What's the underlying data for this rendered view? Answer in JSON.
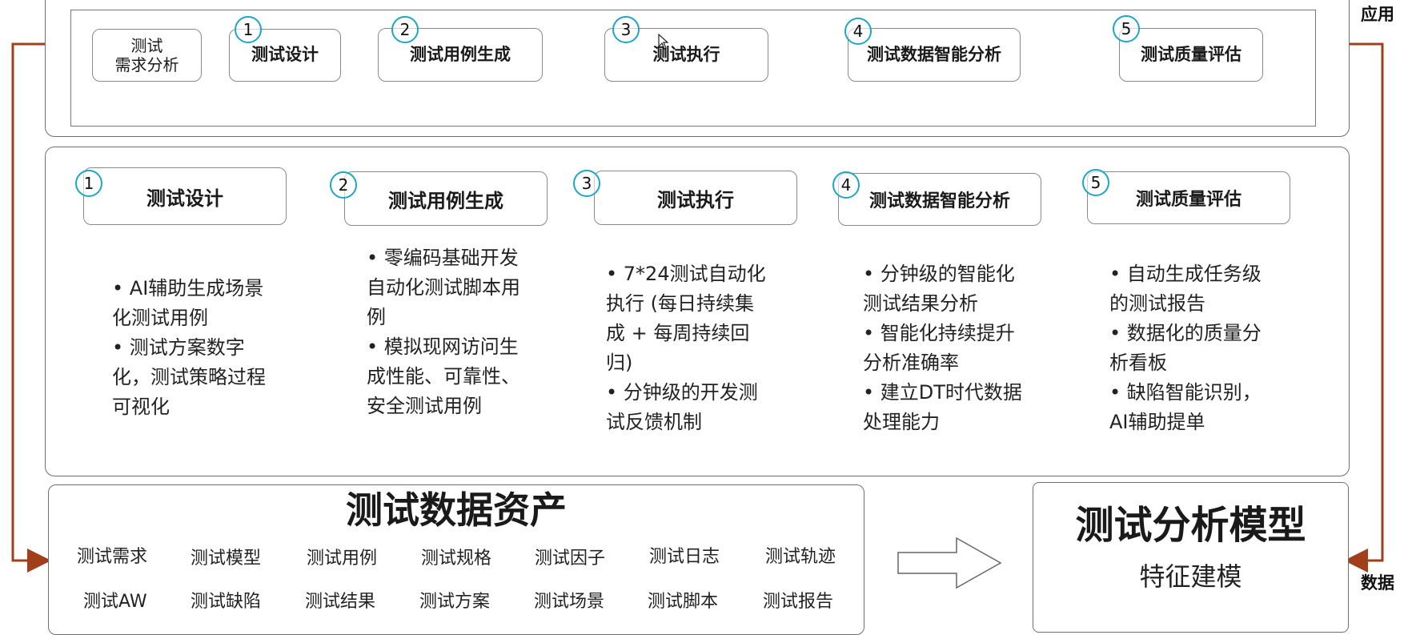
{
  "corner": {
    "top_right": "应用",
    "bottom_right": "数据"
  },
  "flow": {
    "start": "测试\n需求分析",
    "steps": [
      {
        "num": "1",
        "label": "测试设计"
      },
      {
        "num": "2",
        "label": "测试用例生成"
      },
      {
        "num": "3",
        "label": "测试执行"
      },
      {
        "num": "4",
        "label": "测试数据智能分析"
      },
      {
        "num": "5",
        "label": "测试质量评估"
      }
    ]
  },
  "stages": [
    {
      "num": "1",
      "title": "测试设计",
      "bullets": [
        "• AI辅助生成场景化测试用例",
        "• 测试方案数字化，测试策略过程可视化"
      ]
    },
    {
      "num": "2",
      "title": "测试用例生成",
      "bullets": [
        "• 零编码基础开发自动化测试脚本用例",
        "• 模拟现网访问生成性能、可靠性、安全测试用例"
      ]
    },
    {
      "num": "3",
      "title": "测试执行",
      "bullets": [
        "• 7*24测试自动化执行 (每日持续集成 + 每周持续回归)",
        "• 分钟级的开发测试反馈机制"
      ]
    },
    {
      "num": "4",
      "title": "测试数据智能分析",
      "bullets": [
        "• 分钟级的智能化测试结果分析",
        "• 智能化持续提升分析准确率",
        "• 建立DT时代数据处理能力"
      ]
    },
    {
      "num": "5",
      "title": "测试质量评估",
      "bullets": [
        "• 自动生成任务级的测试报告",
        "• 数据化的质量分析看板",
        "• 缺陷智能识别，AI辅助提单"
      ]
    }
  ],
  "assets": {
    "title": "测试数据资产",
    "row1": [
      "测试需求",
      "测试模型",
      "测试用例",
      "测试规格",
      "测试因子",
      "测试日志",
      "测试轨迹"
    ],
    "row2": [
      "测试AW",
      "测试缺陷",
      "测试结果",
      "测试方案",
      "测试场景",
      "测试脚本",
      "测试报告"
    ]
  },
  "model": {
    "title": "测试分析模型",
    "subtitle": "特征建模"
  },
  "colors": {
    "arrow": "#a0401a",
    "badge": "#1aa7c8",
    "border": "#6f6f6f"
  }
}
